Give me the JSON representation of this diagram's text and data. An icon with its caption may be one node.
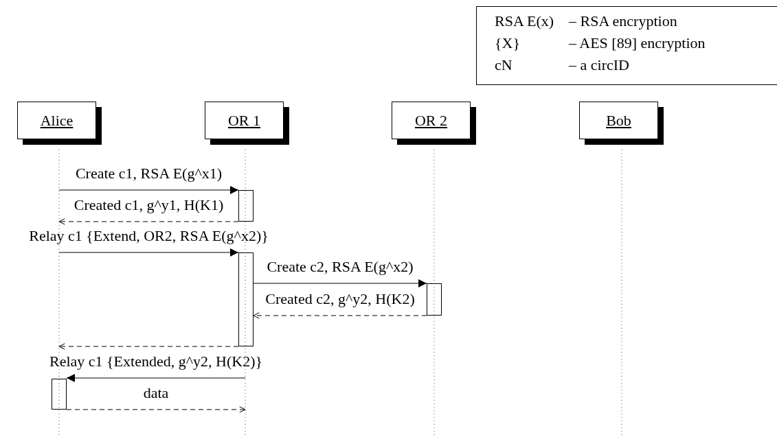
{
  "diagram": {
    "nodes": [
      {
        "text": [
          "Alice"
        ]
      },
      {
        "text": [
          "OR 1"
        ]
      },
      {
        "text": [
          "OR 2"
        ]
      },
      {
        "text": [
          "Bob"
        ]
      },
      {
        "text": [],
        "shape": "line"
      },
      {
        "text": [],
        "shape": "line"
      },
      {
        "text": [],
        "shape": "line"
      },
      {
        "text": [],
        "shape": "line"
      },
      {
        "text": [],
        "shape": "bar"
      },
      {
        "text": [],
        "shape": "bar"
      },
      {
        "text": [],
        "shape": "bar"
      },
      {
        "text": [],
        "shape": "bar"
      }
    ],
    "edges": [
      {
        "from": 4,
        "to": 8,
        "arrow": "to",
        "label": "Create c1, RSA E(g^x1)"
      },
      {
        "from": 8,
        "to": 4,
        "arrow": "to",
        "style": "dashed",
        "label": "Created c1, g^y1, H(K1)"
      },
      {
        "from": 4,
        "to": 9,
        "arrow": "to",
        "label": "Relay c1 {Extend, OR2, RSA E(g^x2)}"
      },
      {
        "from": 9,
        "to": 10,
        "arrow": "to",
        "label": "Create c2, RSA E(g^x2)"
      },
      {
        "from": 10,
        "to": 9,
        "arrow": "to",
        "style": "dashed",
        "label": "Created c2, g^y2, H(K2)"
      },
      {
        "from": 9,
        "to": 4,
        "arrow": "to",
        "style": "dashed"
      },
      {
        "from": 5,
        "to": 11,
        "arrow": "to",
        "label": "Relay c1 {Extended, g^y2, H(K2)}"
      },
      {
        "from": 11,
        "to": 5,
        "arrow": "to",
        "style": "dashed",
        "label": "data"
      }
    ],
    "labels": [
      "RSA E(x)",
      "– RSA encryption",
      "{X}",
      "– AES [89] encryption",
      "cN",
      "– a circID"
    ]
  }
}
